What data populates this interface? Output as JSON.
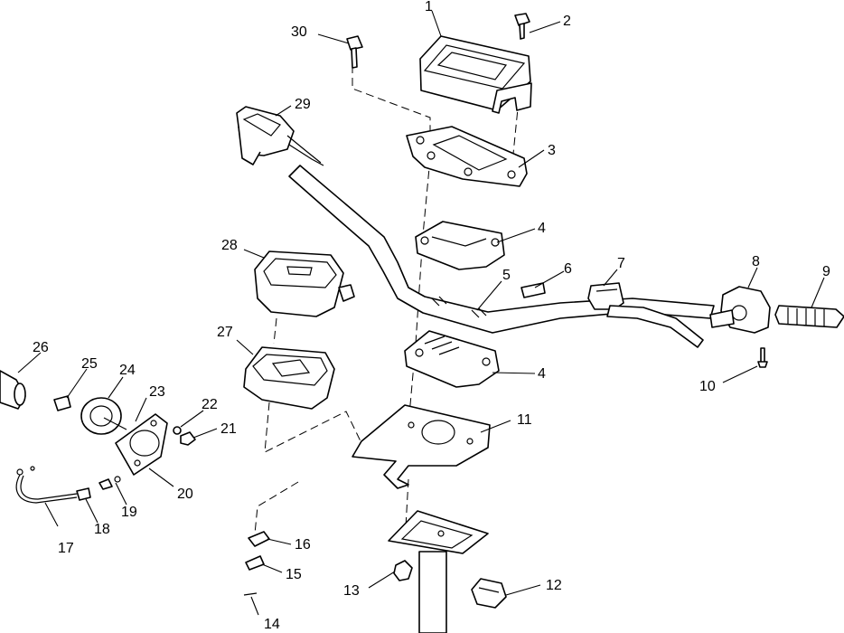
{
  "callouts": [
    {
      "id": "c1",
      "label": "1"
    },
    {
      "id": "c2",
      "label": "2"
    },
    {
      "id": "c3",
      "label": "3"
    },
    {
      "id": "c4a",
      "label": "4"
    },
    {
      "id": "c4b",
      "label": "4"
    },
    {
      "id": "c5",
      "label": "5"
    },
    {
      "id": "c6",
      "label": "6"
    },
    {
      "id": "c7",
      "label": "7"
    },
    {
      "id": "c8",
      "label": "8"
    },
    {
      "id": "c9",
      "label": "9"
    },
    {
      "id": "c10",
      "label": "10"
    },
    {
      "id": "c11",
      "label": "11"
    },
    {
      "id": "c12",
      "label": "12"
    },
    {
      "id": "c13",
      "label": "13"
    },
    {
      "id": "c14",
      "label": "14"
    },
    {
      "id": "c15",
      "label": "15"
    },
    {
      "id": "c16",
      "label": "16"
    },
    {
      "id": "c17",
      "label": "17"
    },
    {
      "id": "c18",
      "label": "18"
    },
    {
      "id": "c19",
      "label": "19"
    },
    {
      "id": "c20",
      "label": "20"
    },
    {
      "id": "c21",
      "label": "21"
    },
    {
      "id": "c22",
      "label": "22"
    },
    {
      "id": "c23",
      "label": "23"
    },
    {
      "id": "c24",
      "label": "24"
    },
    {
      "id": "c25",
      "label": "25"
    },
    {
      "id": "c26",
      "label": "26"
    },
    {
      "id": "c27",
      "label": "27"
    },
    {
      "id": "c28",
      "label": "28"
    },
    {
      "id": "c29",
      "label": "29"
    },
    {
      "id": "c30",
      "label": "30"
    }
  ]
}
